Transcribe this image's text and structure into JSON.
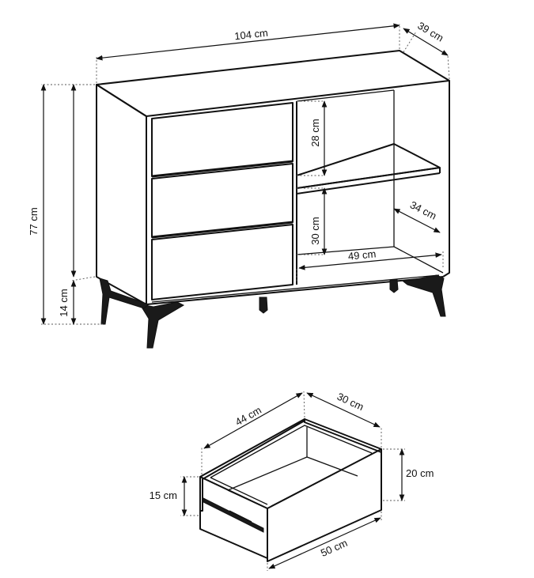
{
  "sideboard": {
    "width_label": "104 cm",
    "depth_label": "39 cm",
    "height_label": "77 cm",
    "leg_height_label": "14 cm",
    "upper_shelf_label": "28 cm",
    "lower_shelf_label": "30 cm",
    "shelf_depth_label": "34 cm",
    "shelf_width_label": "49 cm"
  },
  "drawer": {
    "length_label": "44 cm",
    "depth_label": "30 cm",
    "front_height_label": "20 cm",
    "box_height_label": "15 cm",
    "front_width_label": "50 cm"
  }
}
